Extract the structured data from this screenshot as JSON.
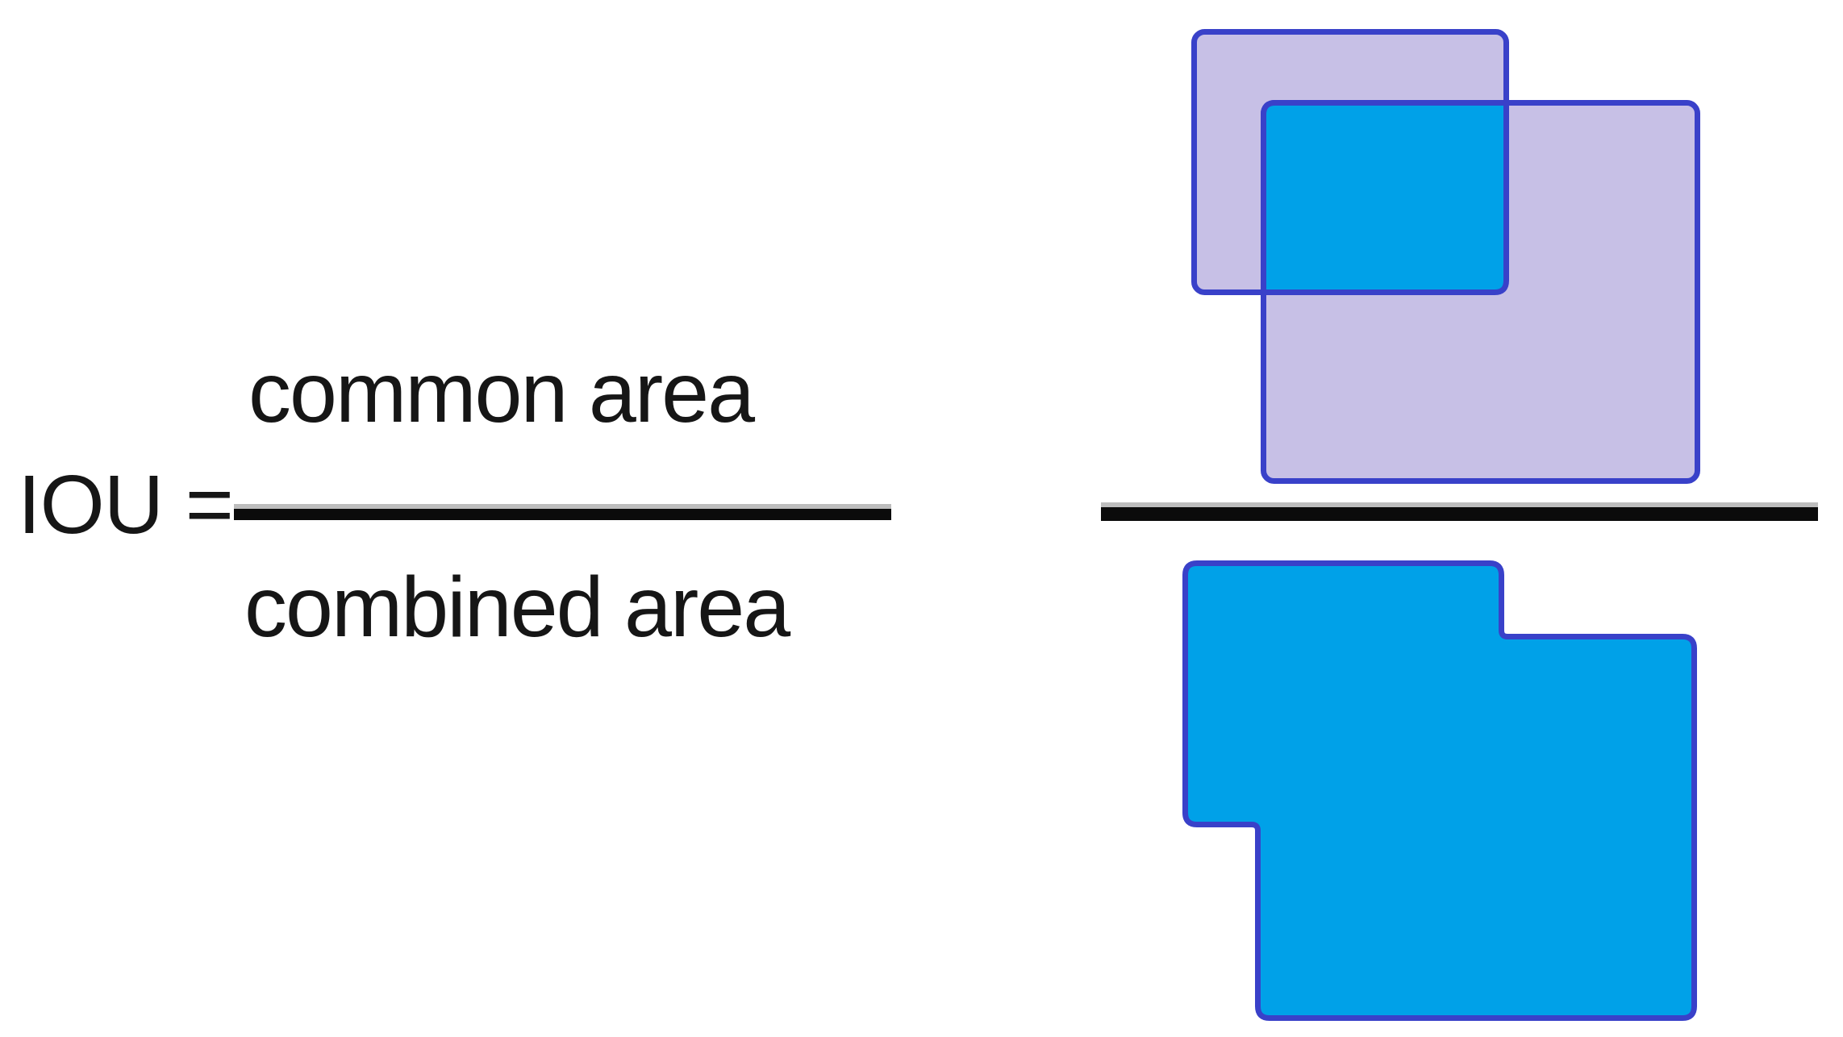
{
  "formula": {
    "lhs": "IOU =",
    "numerator_label": "common area",
    "denominator_label": "combined area"
  },
  "colors": {
    "page_bg": "#ffffff",
    "text": "#161616",
    "box_fill": "#c7c0e6",
    "highlight_fill": "#00a1e8",
    "box_stroke": "#3941c9",
    "fraction_bar": "#0b0b0b",
    "fraction_bar_top": "#bdbdbd"
  }
}
